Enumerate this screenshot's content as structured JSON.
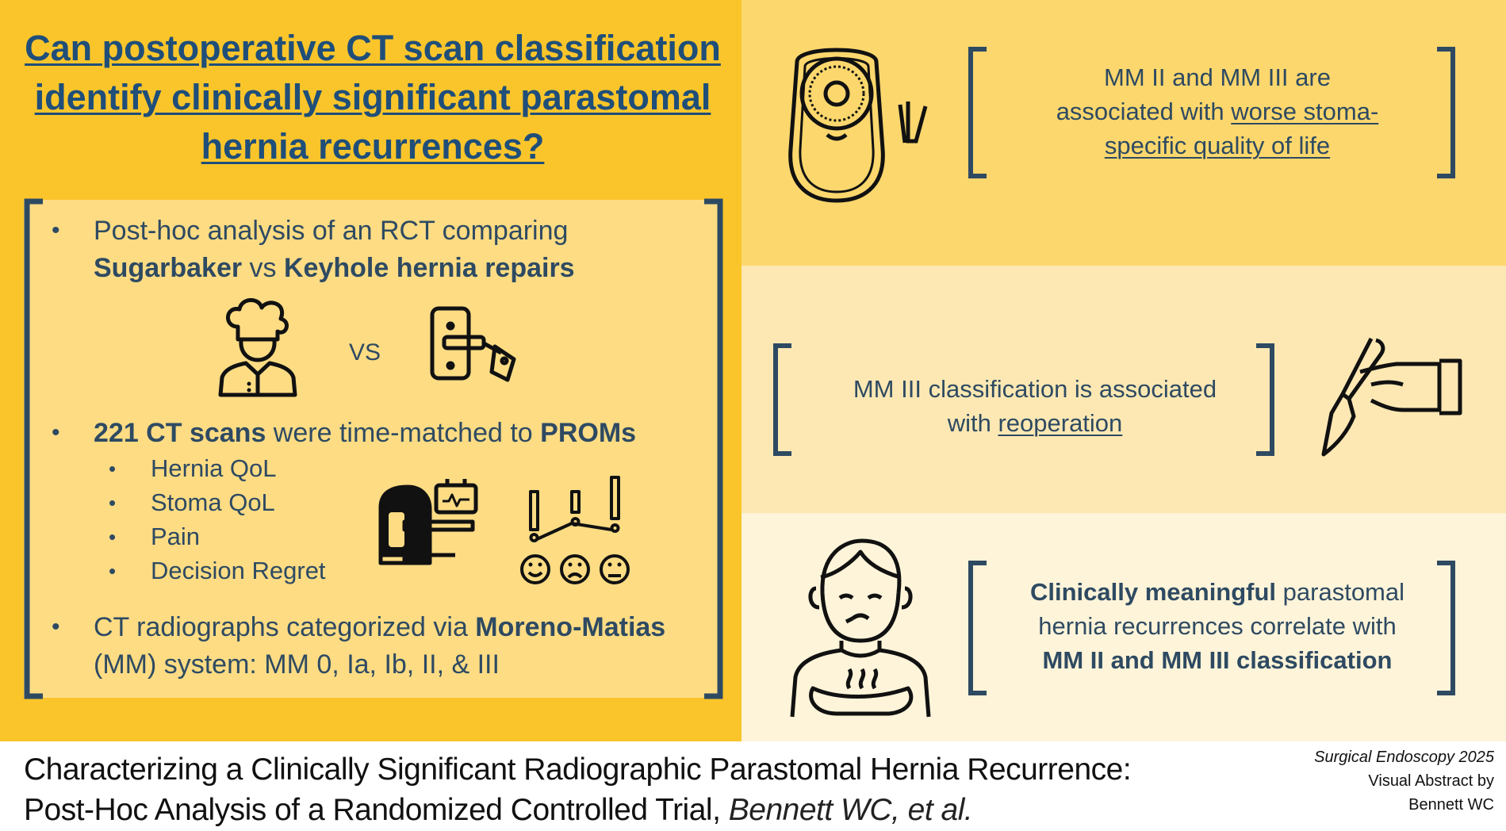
{
  "question": {
    "line1": "Can postoperative CT scan classification",
    "line2": "identify clinically significant parastomal",
    "line3": "hernia recurrences?"
  },
  "methods": {
    "b1_l1": "Post-hoc analysis of an RCT comparing",
    "b1_sugarbaker": "Sugarbaker",
    "b1_vs": " vs ",
    "b1_keyhole": "Keyhole hernia repairs",
    "vs_label": "VS",
    "b2_count": "221 CT scans",
    "b2_mid": " were time-matched to ",
    "b2_proms": "PROMs",
    "proms": [
      "Hernia QoL",
      "Stoma QoL",
      "Pain",
      "Decision Regret"
    ],
    "b3_l1a": "CT radiographs categorized via ",
    "b3_mm": "Moreno-Matias",
    "b3_l2": "(MM) system: MM 0, Ia, Ib, II, & III",
    "bullet_char": "•"
  },
  "findings": {
    "f1_l1": "MM II and MM III are",
    "f1_l2a": "associated with ",
    "f1_l2b": "worse stoma-",
    "f1_l3": "specific quality of life",
    "f2_l1": "MM III classification is associated",
    "f2_l2a": "with ",
    "f2_l2b": "reoperation",
    "f3_l1a": "Clinically meaningful",
    "f3_l1b": " parastomal",
    "f3_l2": "hernia recurrences correlate with",
    "f3_l3": "MM II and MM III classification"
  },
  "footer": {
    "title_l1": "Characterizing a Clinically Significant Radiographic Parastomal Hernia Recurrence:",
    "title_l2": "Post-Hoc Analysis of a Randomized Controlled Trial,",
    "authors": " Bennett WC, et al.",
    "journal": "Surgical Endoscopy 2025",
    "credit1": "Visual Abstract by",
    "credit2": "Bennett WC"
  },
  "colors": {
    "left_bg": "#FAC52B",
    "box_bg": "#FDDC84",
    "navy": "#2E4A62",
    "title_blue": "#1F4E79",
    "r1_bg": "#FCD76D",
    "r2_bg": "#FDE8B3",
    "r3_bg": "#FEF4D9"
  },
  "icons": [
    "chef-icon",
    "keyhole-lock-icon",
    "ct-scanner-icon",
    "proms-chart-icon",
    "ostomy-bag-icon",
    "scalpel-hand-icon",
    "patient-pain-icon"
  ]
}
